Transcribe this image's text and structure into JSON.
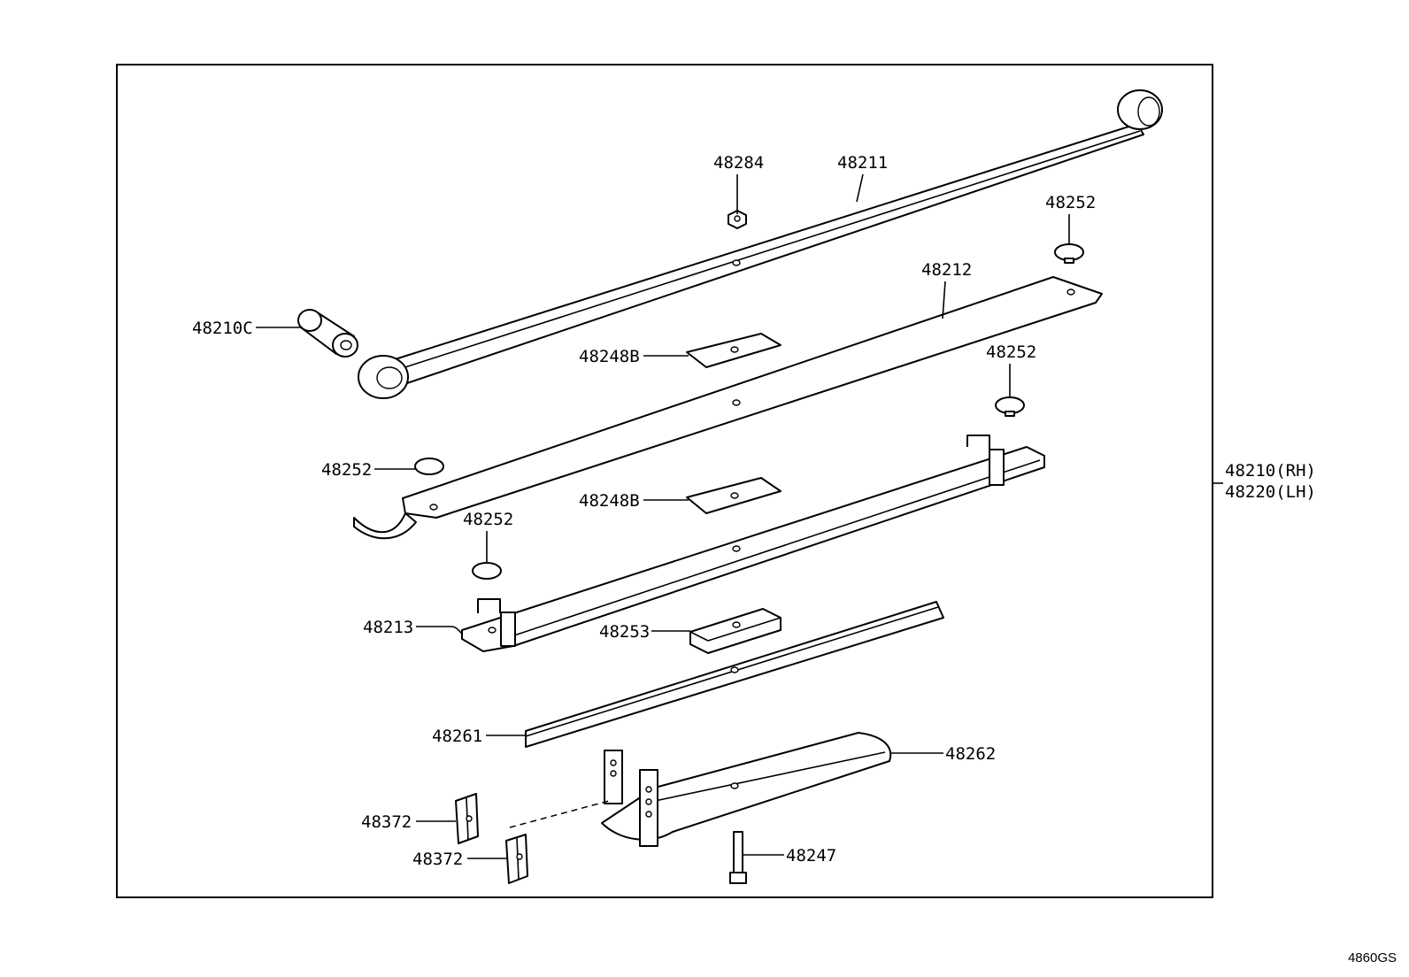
{
  "diagram": {
    "assembly_label_rh": "48210(RH)",
    "assembly_label_lh": "48220(LH)",
    "diagram_code": "4860GS",
    "callouts": {
      "p48284": "48284",
      "p48211": "48211",
      "p48252_top": "48252",
      "p48212": "48212",
      "p48210C": "48210C",
      "p48248B_a": "48248B",
      "p48252_mid": "48252",
      "p48252_left": "48252",
      "p48248B_b": "48248B",
      "p48252_lower": "48252",
      "p48213": "48213",
      "p48253": "48253",
      "p48261": "48261",
      "p48262": "48262",
      "p48372_a": "48372",
      "p48372_b": "48372",
      "p48247": "48247"
    }
  }
}
